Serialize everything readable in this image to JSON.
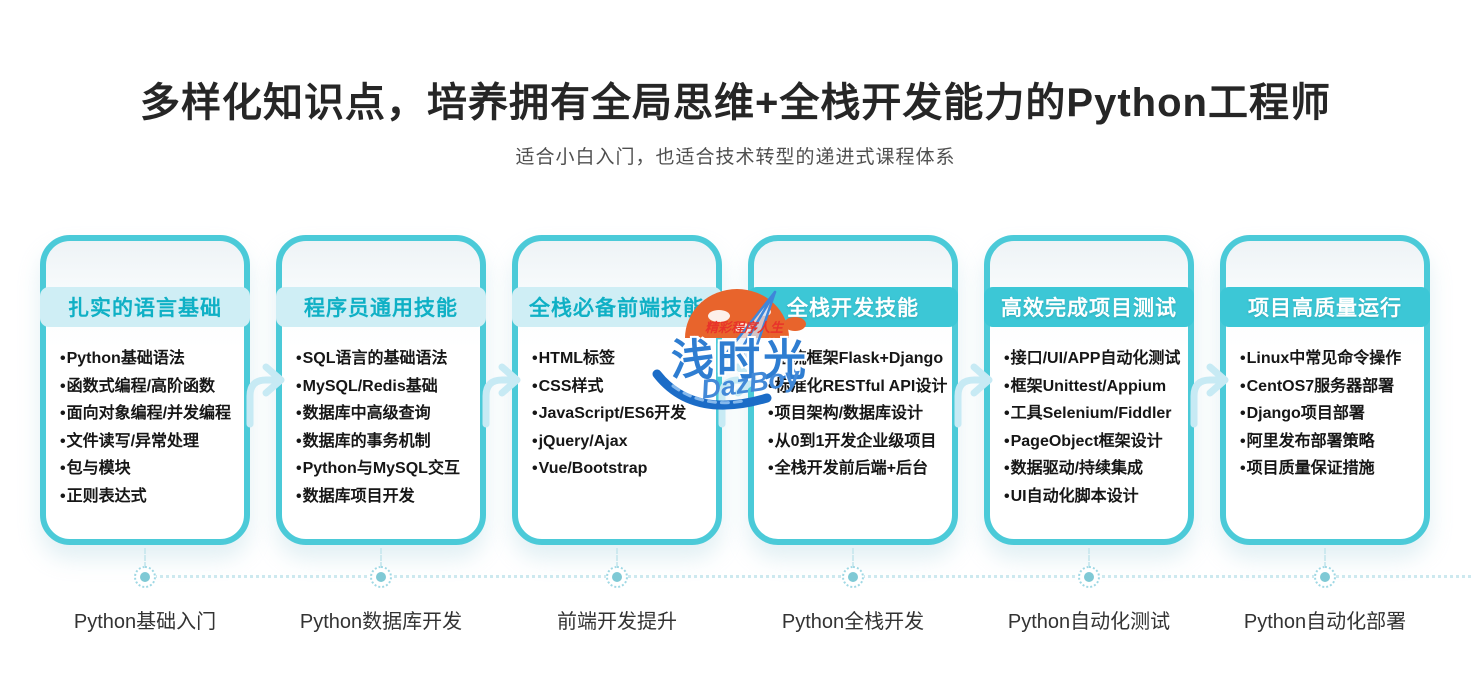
{
  "page": {
    "title": "多样化知识点，培养拥有全局思维+全栈开发能力的Python工程师",
    "subtitle": "适合小白入门，也适合技术转型的递进式课程体系"
  },
  "colors": {
    "accent_teal": "#3cc7d6",
    "card_border": "#4bcad8",
    "band_light_bg": "#cfeef5",
    "band_light_text": "#0fb0c5",
    "arrow_light": "#c7eaf4",
    "timeline": "#cde9ef",
    "watermark_blue": "#2e7dd1",
    "watermark_orange": "#e8642c",
    "watermark_red": "#e8332a"
  },
  "cards": [
    {
      "header": "扎实的语言基础",
      "header_variant": "light",
      "items": [
        "Python基础语法",
        "函数式编程/高阶函数",
        "面向对象编程/并发编程",
        "文件读写/异常处理",
        "包与模块",
        "正则表达式"
      ],
      "stage_label": "Python基础入门"
    },
    {
      "header": "程序员通用技能",
      "header_variant": "light",
      "items": [
        "SQL语言的基础语法",
        "MySQL/Redis基础",
        "数据库中高级查询",
        "数据库的事务机制",
        "Python与MySQL交互",
        "数据库项目开发"
      ],
      "stage_label": "Python数据库开发"
    },
    {
      "header": "全栈必备前端技能",
      "header_variant": "light",
      "items": [
        "HTML标签",
        "CSS样式",
        "JavaScript/ES6开发",
        "jQuery/Ajax",
        "Vue/Bootstrap"
      ],
      "stage_label": "前端开发提升"
    },
    {
      "header": "全栈开发技能",
      "header_variant": "solid",
      "items": [
        "主流框架Flask+Django",
        "标准化RESTful API设计",
        "项目架构/数据库设计",
        "从0到1开发企业级项目",
        "全栈开发前后端+后台"
      ],
      "stage_label": "Python全栈开发"
    },
    {
      "header": "高效完成项目测试",
      "header_variant": "solid",
      "items": [
        "接口/UI/APP自动化测试",
        "框架Unittest/Appium",
        "工具Selenium/Fiddler",
        "PageObject框架设计",
        "数据驱动/持续集成",
        "UI自动化脚本设计"
      ],
      "stage_label": "Python自动化测试"
    },
    {
      "header": "项目高质量运行",
      "header_variant": "solid",
      "items": [
        "Linux中常见命令操作",
        "CentOS7服务器部署",
        "Django项目部署",
        "阿里发布部署策略",
        "项目质量保证措施"
      ],
      "stage_label": "Python自动化部署"
    }
  ],
  "watermark": {
    "slogan": "精彩程序人生",
    "name": "浅时光",
    "signature": "DazBoy"
  },
  "icons": {
    "connector": "curved-right-arrow-icon",
    "timeline_dot": "timeline-dot-icon"
  }
}
